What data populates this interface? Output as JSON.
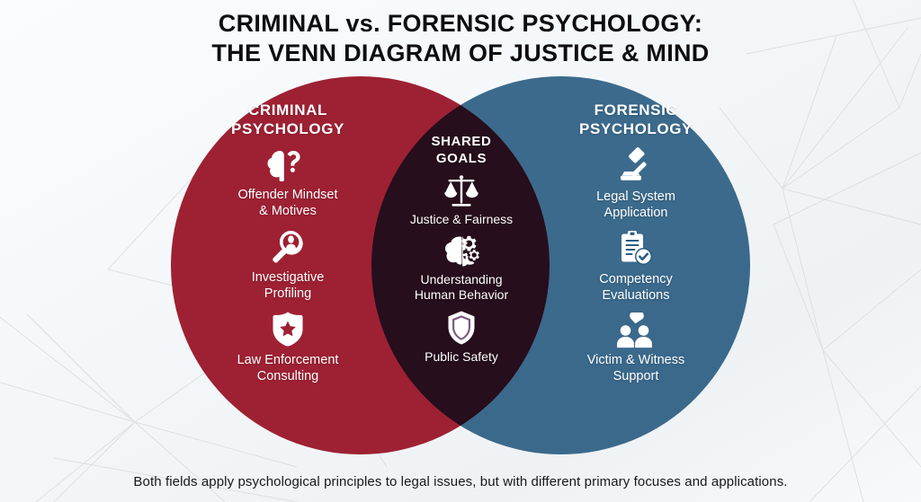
{
  "title": {
    "line1": "CRIMINAL vs. FORENSIC PSYCHOLOGY:",
    "line2": "THE VENN DIAGRAM OF JUSTICE & MIND"
  },
  "colors": {
    "left_circle": "#9e2133",
    "right_circle": "#2b5d82",
    "overlap": "#7d5a7e",
    "background": "#f2f5f8",
    "text_on_circle": "#ffffff",
    "title_text": "#0e0e10"
  },
  "venn": {
    "left": {
      "heading_line1": "CRIMINAL",
      "heading_line2": "PSYCHOLOGY",
      "items": [
        {
          "icon": "brain-question-icon",
          "label_line1": "Offender Mindset",
          "label_line2": "& Motives"
        },
        {
          "icon": "magnifier-person-icon",
          "label_line1": "Investigative",
          "label_line2": "Profiling"
        },
        {
          "icon": "police-badge-icon",
          "label_line1": "Law Enforcement",
          "label_line2": "Consulting"
        }
      ]
    },
    "overlap": {
      "heading_line1": "SHARED",
      "heading_line2": "GOALS",
      "items": [
        {
          "icon": "scales-of-justice-icon",
          "label_line1": "Justice & Fairness",
          "label_line2": ""
        },
        {
          "icon": "brain-gears-icon",
          "label_line1": "Understanding",
          "label_line2": "Human Behavior"
        },
        {
          "icon": "shield-icon",
          "label_line1": "Public Safety",
          "label_line2": ""
        }
      ]
    },
    "right": {
      "heading_line1": "FORENSIC",
      "heading_line2": "PSYCHOLOGY",
      "items": [
        {
          "icon": "gavel-icon",
          "label_line1": "Legal System",
          "label_line2": "Application"
        },
        {
          "icon": "clipboard-check-icon",
          "label_line1": "Competency",
          "label_line2": "Evaluations"
        },
        {
          "icon": "people-heart-icon",
          "label_line1": "Victim & Witness",
          "label_line2": "Support"
        }
      ]
    }
  },
  "footer": {
    "text": "Both fields apply psychological principles to legal issues, but with different primary focuses and applications."
  }
}
